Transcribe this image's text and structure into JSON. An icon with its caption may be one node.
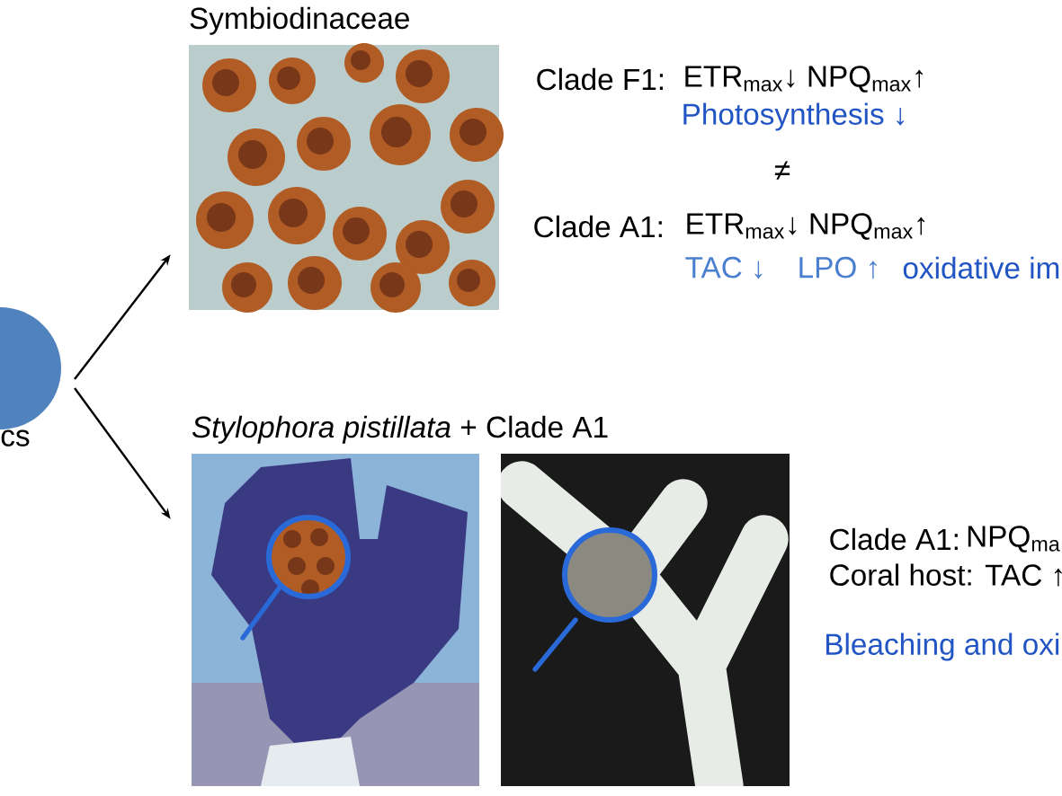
{
  "diagram": {
    "nodes": [
      {
        "text": [
          "cs"
        ]
      },
      {
        "text": [
          "Symbiodinaceae"
        ]
      },
      {
        "text": [
          "*Stylophora pistillata* + Clade A1"
        ]
      }
    ],
    "edges": [
      {
        "from": 0,
        "to": 1,
        "arrow": "to"
      },
      {
        "from": 0,
        "to": 2,
        "arrow": "to"
      }
    ],
    "labels": [
      "Clade F1:",
      "ETR$_{max}$↓  NPQ$_{max}$↑",
      "Photosynthesis ↓",
      "≠",
      "Clade A1:",
      "ETR$_{max}$↓ NPQ$_{max}$↑",
      "TAC ↓",
      "LPO ↑",
      "oxidative im",
      "Clade A1:",
      "NPQ$_{ma}$",
      "Coral host: TAC ↑",
      "Bleaching and oxi"
    ]
  }
}
